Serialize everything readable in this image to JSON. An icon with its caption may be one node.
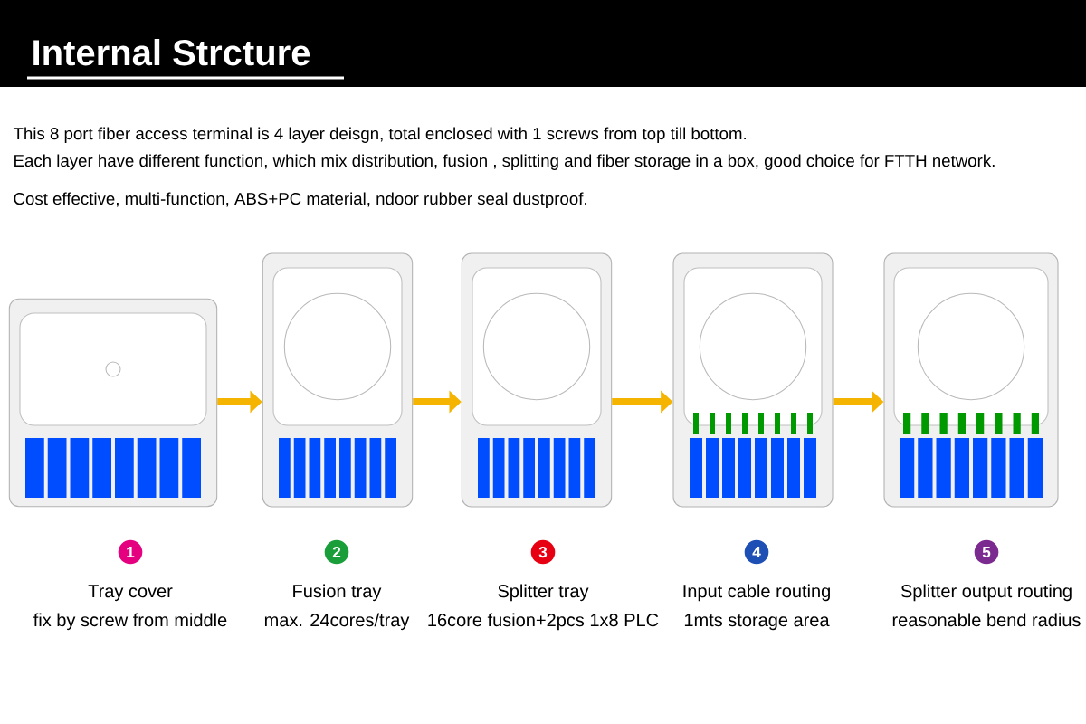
{
  "diagram": {
    "title": "Internal Strcture",
    "nodes": [
      {
        "text": [],
        "shape": "picture",
        "beside": [
          "1",
          "Tray cover",
          "fix by screw from middle"
        ]
      },
      {
        "text": [],
        "shape": "picture",
        "beside": [
          "2",
          "Fusion tray",
          "max. 24cores/tray"
        ]
      },
      {
        "text": [],
        "shape": "picture",
        "beside": [
          "3",
          "Splitter tray",
          "16core fusion+2pcs 1x8 PLC"
        ]
      },
      {
        "text": [],
        "shape": "picture",
        "beside": [
          "4",
          "Input cable routing",
          "1mts storage area"
        ]
      },
      {
        "text": [],
        "shape": "picture",
        "beside": [
          "5",
          "Splitter output routing",
          "reasonable bend radius"
        ]
      }
    ],
    "edges": [
      {
        "from": 0,
        "to": 1,
        "arrow": "to"
      },
      {
        "from": 1,
        "to": 2,
        "arrow": "to"
      },
      {
        "from": 2,
        "to": 3,
        "arrow": "to"
      },
      {
        "from": 3,
        "to": 4,
        "arrow": "to"
      }
    ],
    "labels": [
      "This 8 port fiber access terminal is 4 layer deisgn, total enclosed with 1 screws from top till bottom.",
      "Each layer have different function, which mix distribution, fusion , splitting and fiber storage in a box, good choice for FTTH network.",
      "Cost effective, multi-function, ABS+PC material, ndoor rubber seal dustproof."
    ]
  }
}
